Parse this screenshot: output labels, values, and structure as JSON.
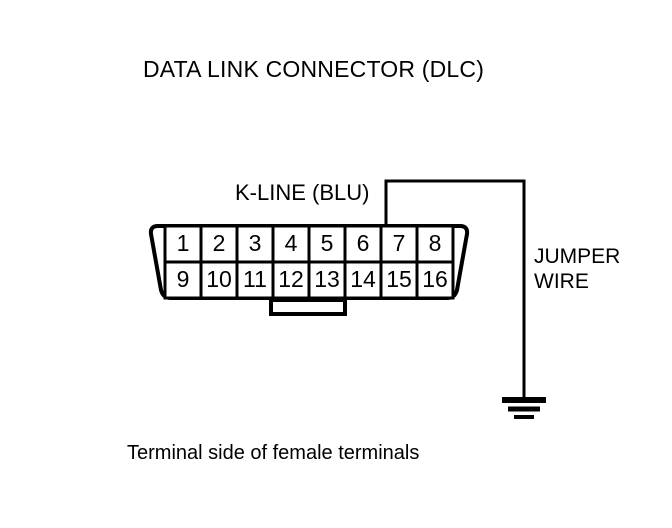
{
  "diagram": {
    "title": "DATA LINK CONNECTOR (DLC)",
    "caption": "Terminal side of female terminals",
    "background_color": "#ffffff",
    "line_color": "#000000"
  },
  "signal": {
    "kline_label": "K-LINE (BLU)",
    "kline_pin": "7"
  },
  "jumper": {
    "label_line1": "JUMPER",
    "label_line2": "WIRE",
    "ground_symbol": "earth-ground"
  },
  "connector": {
    "pin_count": 16,
    "rows": [
      {
        "name": "top-row",
        "pins": [
          "1",
          "2",
          "3",
          "4",
          "5",
          "6",
          "7",
          "8"
        ]
      },
      {
        "name": "bottom-row",
        "pins": [
          "9",
          "10",
          "11",
          "12",
          "13",
          "14",
          "15",
          "16"
        ]
      }
    ]
  }
}
